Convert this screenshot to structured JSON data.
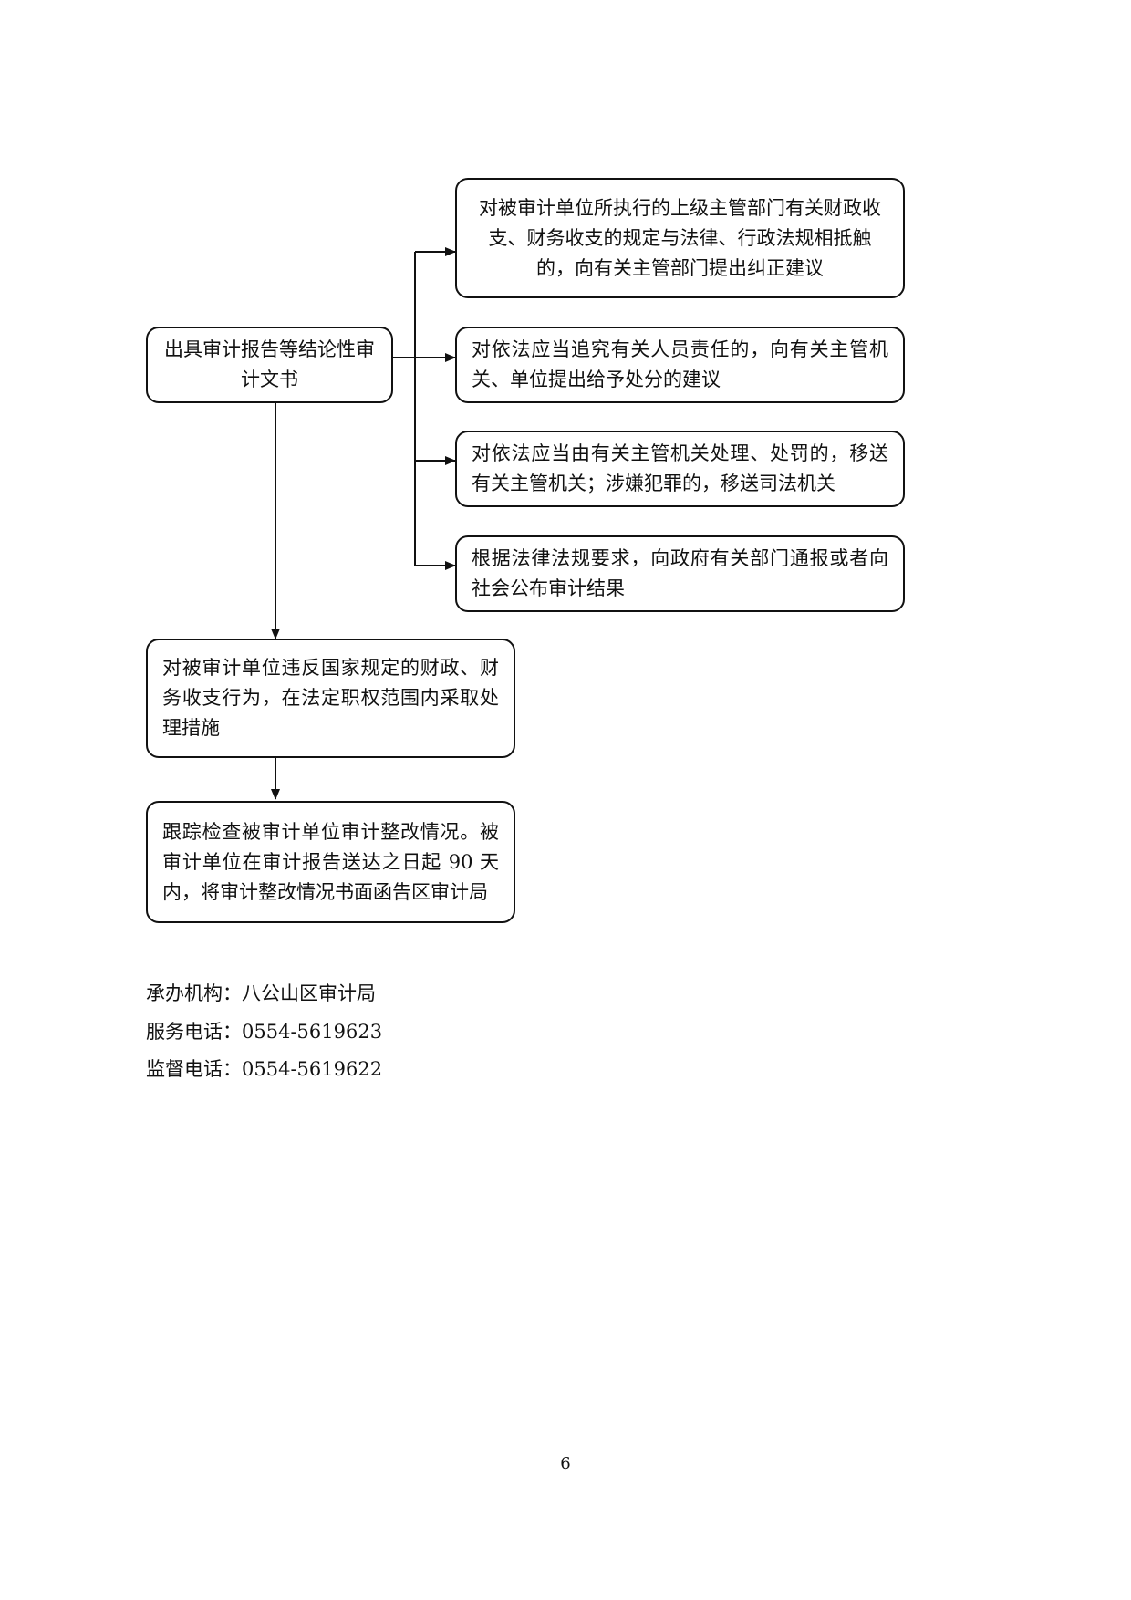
{
  "flowchart": {
    "start_node": "出具审计报告等结论性审计文书",
    "branch_nodes": [
      "对被审计单位所执行的上级主管部门有关财政收支、财务收支的规定与法律、行政法规相抵触的，向有关主管部门提出纠正建议",
      "对依法应当追究有关人员责任的，向有关主管机关、单位提出给予处分的建议",
      "对依法应当由有关主管机关处理、处罚的，移送有关主管机关；涉嫌犯罪的，移送司法机关",
      "根据法律法规要求，向政府有关部门通报或者向社会公布审计结果"
    ],
    "step2_node": "对被审计单位违反国家规定的财政、财务收支行为，在法定职权范围内采取处理措施",
    "step3_node": "跟踪检查被审计单位审计整改情况。被审计单位在审计报告送达之日起 90 天内，将审计整改情况书面函告区审计局"
  },
  "footer": {
    "organizer_label": "承办机构：",
    "organizer_value": "八公山区审计局",
    "service_phone_label": "服务电话：",
    "service_phone_value": "0554-5619623",
    "supervision_phone_label": "监督电话：",
    "supervision_phone_value": "0554-5619622"
  },
  "page_number": "6"
}
